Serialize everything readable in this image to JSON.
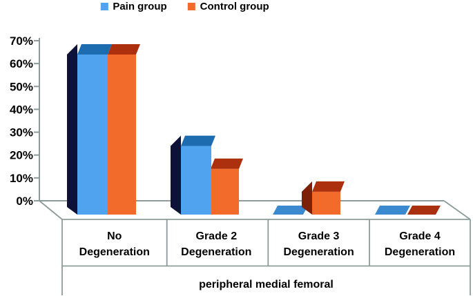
{
  "figure": {
    "type": "3d-clustered-bar-figure",
    "background": "#ffffff"
  },
  "legend": {
    "position": "top",
    "items": [
      {
        "label": "Pain group",
        "color": "#4FA3EF"
      },
      {
        "label": "Control group",
        "color": "#F26B2B"
      }
    ]
  },
  "chart_data": {
    "type": "bar",
    "style": "3d-clustered-column",
    "title": "",
    "xlabel": "peripheral medial femoral",
    "ylabel": "",
    "values_unit": "percent",
    "categories": [
      "No Degeneration",
      "Grade 2 Degeneration",
      "Grade 3 Degeneration",
      "Grade 4 Degeneration"
    ],
    "category_lines": [
      [
        "No",
        "Degeneration"
      ],
      [
        "Grade 2",
        "Degeneration"
      ],
      [
        "Grade 3",
        "Degeneration"
      ],
      [
        "Grade 4",
        "Degeneration"
      ]
    ],
    "series": [
      {
        "name": "Pain group",
        "values": [
          70,
          30,
          0,
          0
        ],
        "front_color": "#4FA3EF",
        "top_color": "#1E6CB0",
        "side_color": "#0E1238",
        "flat_zero_color": "#3B8AD0"
      },
      {
        "name": "Control group",
        "values": [
          70,
          20,
          10,
          0
        ],
        "front_color": "#F26B2B",
        "top_color": "#AC300E",
        "side_color": "#7E2007",
        "flat_zero_color": "#A93110"
      }
    ],
    "ylim": [
      0,
      70
    ],
    "ytick_step": 10,
    "ytick_labels": [
      "0%",
      "10%",
      "20%",
      "30%",
      "40%",
      "50%",
      "60%",
      "70%"
    ],
    "grid": false,
    "legend_position": "top-center",
    "axis_line_color": "#8C9B99",
    "text_color": "#000000"
  }
}
